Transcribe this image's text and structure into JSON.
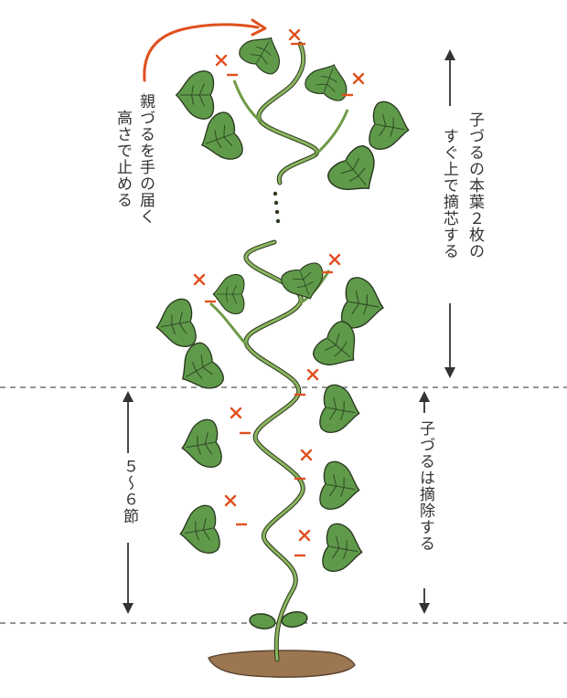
{
  "annotations": {
    "top_left": [
      "親づるを手の届く",
      "高さで止める"
    ],
    "top_right": [
      "子づるの本葉２枚の",
      "すぐ上で摘芯する"
    ],
    "bottom_left": "５〜６節",
    "bottom_right": "子づるは摘除する"
  },
  "colors": {
    "leaf": "#5f9a4a",
    "leaf_vein": "#2f4a24",
    "vine": "#8bb55e",
    "outline": "#2b3a1f",
    "pinch_mark": "#e0501e",
    "arrow_orange": "#e0501e",
    "arrow_dark": "#333333",
    "guide_line": "#555555",
    "soil": "#9c7650"
  },
  "icons": {
    "pinch": "cross-mark",
    "cut": "short-bar"
  }
}
